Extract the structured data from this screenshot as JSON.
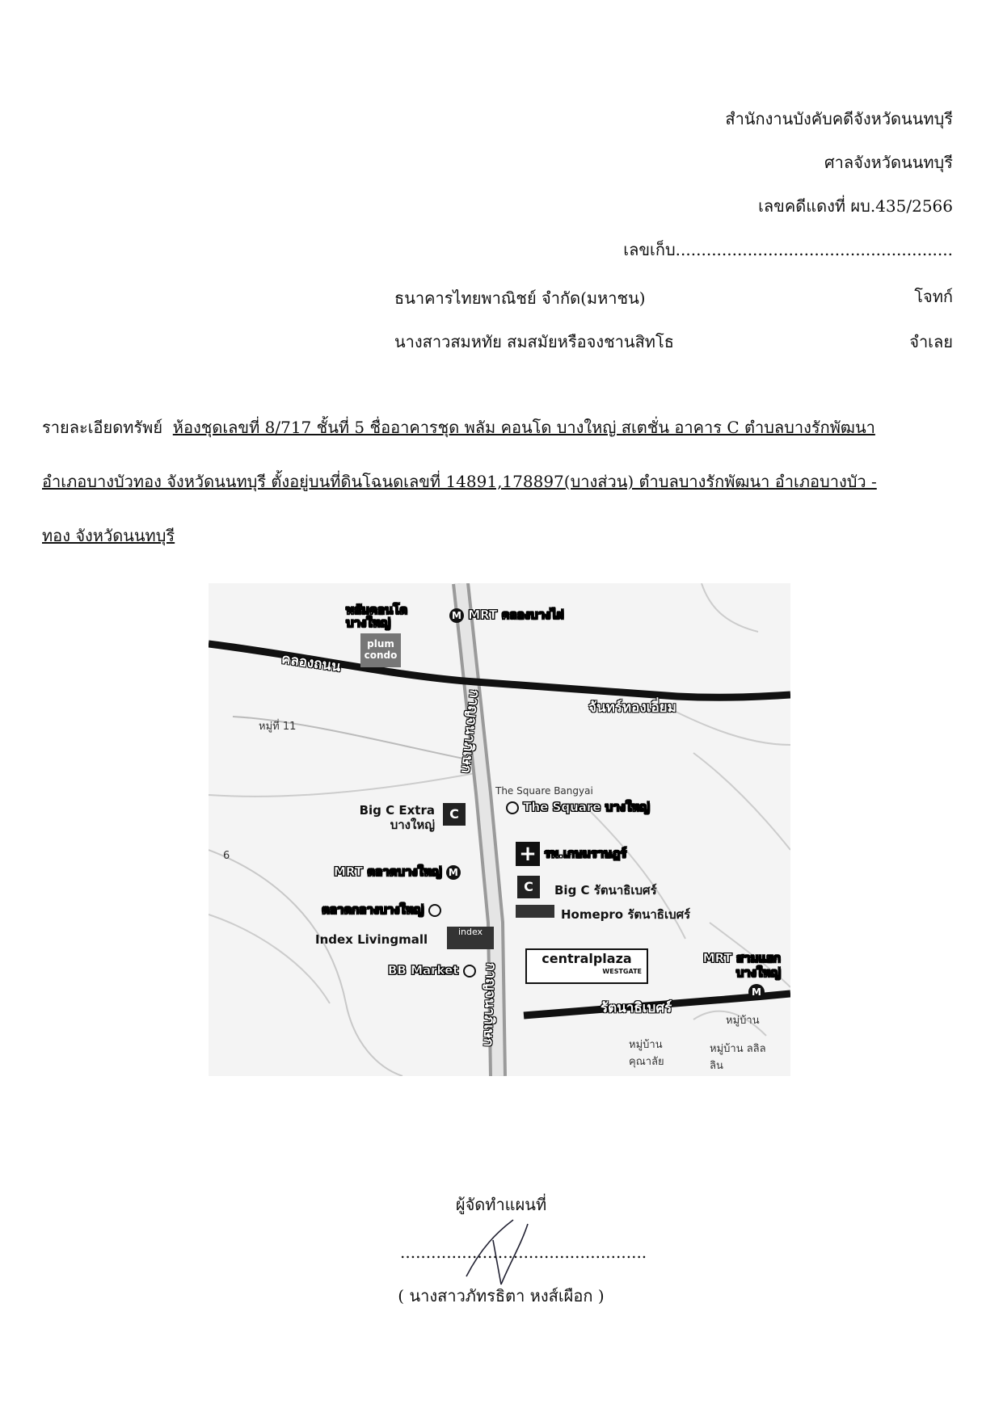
{
  "header": {
    "office": "สำนักงานบังคับคดีจังหวัดนนทบุรี",
    "court": "ศาลจังหวัดนนทบุรี",
    "case_no": "เลขคดีแดงที่ ผบ.435/2566",
    "file_no": "เลขเก็บ......................................................"
  },
  "parties": {
    "plaintiff_name": "ธนาคารไทยพาณิชย์ จำกัด(มหาชน)",
    "plaintiff_role": "โจทก์",
    "defendant_name": "นางสาวสมหทัย สมสมัยหรือจงชานสิทโธ",
    "defendant_role": "จำเลย"
  },
  "property": {
    "label": "รายละเอียดทรัพย์",
    "line1": "ห้องชุดเลขที่ 8/717 ชั้นที่ 5 ชื่ออาคารชุด พลัม คอนโด บางใหญ่ สเตชั่น อาคาร C ตำบลบางรักพัฒนา",
    "line2": "อำเภอบางบัวทอง จังหวัดนนทบุรี  ตั้งอยู่บนที่ดินโฉนดเลขที่ 14891,178897(บางส่วน) ตำบลบางรักพัฒนา อำเภอบางบัว -",
    "line3": "ทอง จังหวัดนนทบุรี"
  },
  "map": {
    "plum": "พลัมคอนโด บางใหญ่",
    "plum_logo": "plum condo",
    "mrt_khlong_bang_phai": "MRT คลองบางไผ่",
    "road_khlong_thanon": "คลองถนน",
    "road_chan_thong_iam": "จันทร์ทองเอี่ยม",
    "road_kanchanaphisek_top": "กาญจนาภิเษก",
    "road_kanchanaphisek_bottom": "กาญจนาภิเษก",
    "moo11": "หมู่ที่ 11",
    "the_square_small": "The Square Bangyai",
    "the_square": "The Square บางใหญ่",
    "bigc_extra": "Big C Extra บางใหญ่",
    "six": "6",
    "mrt_talad": "MRT ตลาดบางใหญ่",
    "hospital": "รพ.เกษมราษฎร์",
    "bigc_rattana": "Big C รัตนาธิเบศร์",
    "talad_klang": "ตลาดกลางบางใหญ่",
    "homepro": "Homepro รัตนาธิเบศร์",
    "index": "Index Livingmall",
    "index_logo": "index",
    "bb_market": "BB Market",
    "central": "centralplaza",
    "central_sub": "WESTGATE",
    "mrt_samyaek": "MRT สามแยกบางใหญ่",
    "road_rattanathibet": "รัตนาธิเบศร์",
    "village1": "หมู่บ้าน",
    "village2": "หมู่บ้าน คุณาลัย",
    "village3": "หมู่บ้าน ลลิล ลิน"
  },
  "signature": {
    "title": "ผู้จัดทำแผนที่",
    "dots": "................................................",
    "name": "( นางสาวภัทรธิตา  หงส์เผือก )"
  }
}
